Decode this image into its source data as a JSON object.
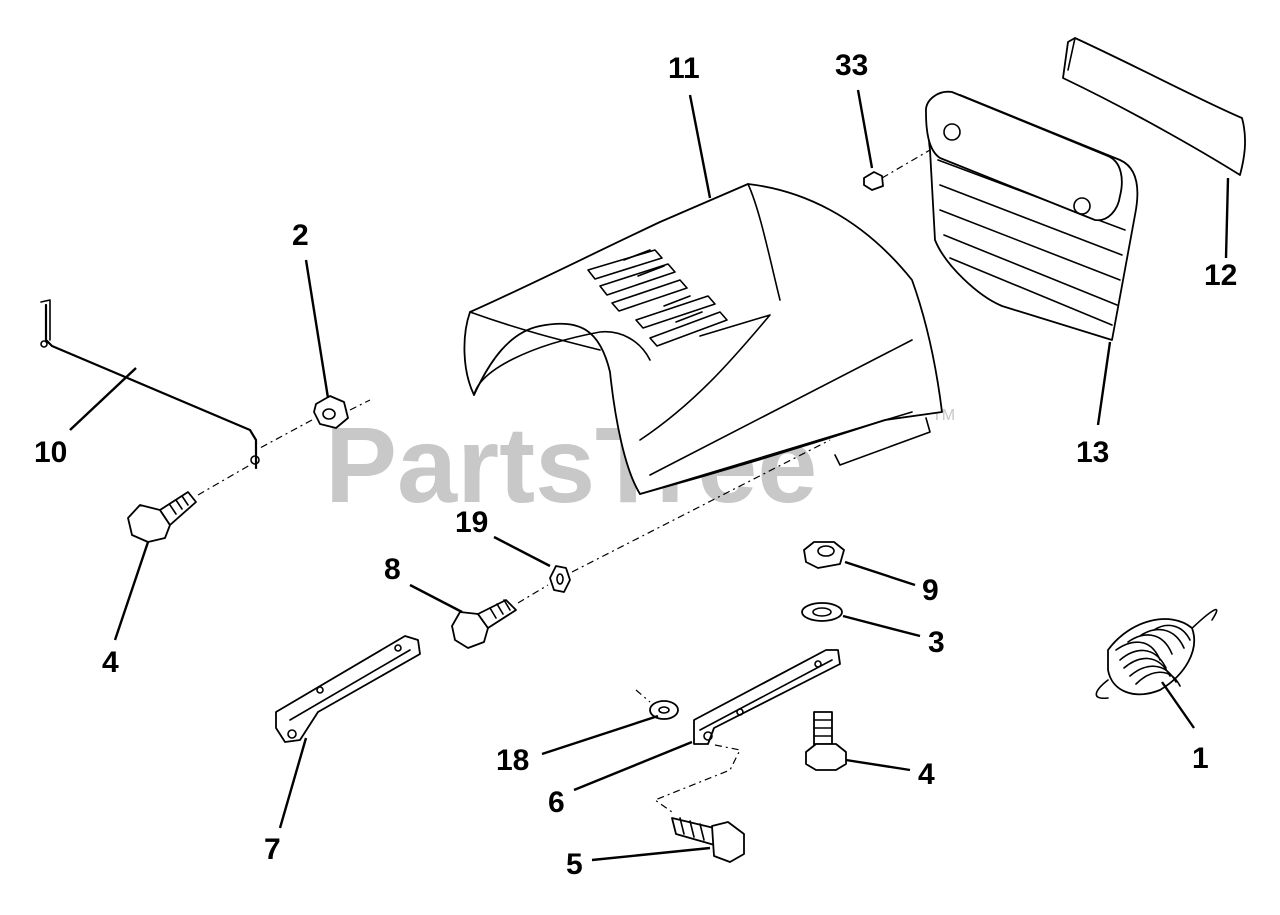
{
  "watermark": {
    "text": "PartsTree",
    "trademark": "TM"
  },
  "callouts": {
    "c1": "1",
    "c2": "2",
    "c3": "3",
    "c4a": "4",
    "c4b": "4",
    "c5": "5",
    "c6": "6",
    "c7": "7",
    "c8": "8",
    "c9": "9",
    "c10": "10",
    "c11": "11",
    "c12": "12",
    "c13": "13",
    "c18": "18",
    "c19": "19",
    "c33": "33"
  }
}
